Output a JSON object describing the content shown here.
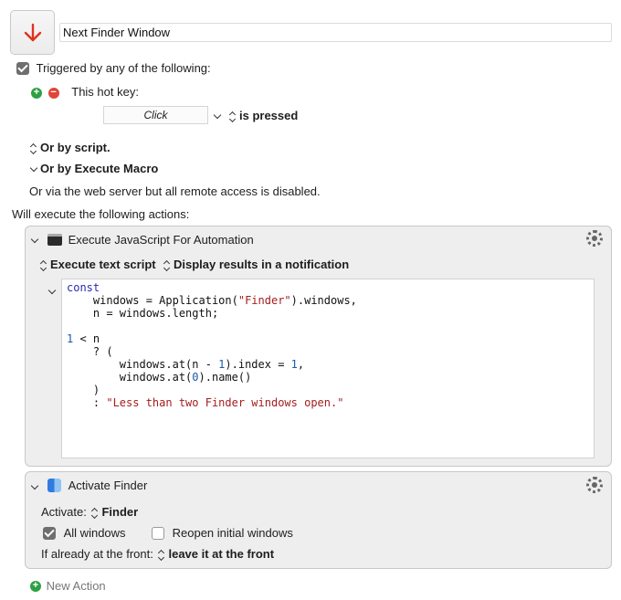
{
  "macro": {
    "name": "Next Finder Window"
  },
  "trigger": {
    "header": "Triggered by any of the following:",
    "hotkey_label": "This hot key:",
    "hotkey_value": "Click",
    "hotkey_state": "is pressed",
    "or_by_script": "Or by script.",
    "or_by_execute_macro": "Or by Execute Macro",
    "web_server_note": "Or via the web server but all remote access is disabled."
  },
  "actions_header": "Will execute the following actions:",
  "actions": {
    "js": {
      "title": "Execute JavaScript For Automation",
      "execute_mode": "Execute text script",
      "results_mode": "Display results in a notification",
      "code_lines": [
        "const",
        "    windows = Application(\"Finder\").windows,",
        "    n = windows.length;",
        "",
        "1 < n",
        "    ? (",
        "        windows.at(n - 1).index = 1,",
        "        windows.at(0).name()",
        "    )",
        "    : \"Less than two Finder windows open.\""
      ]
    },
    "finder": {
      "title": "Activate Finder",
      "activate_label": "Activate:",
      "activate_value": "Finder",
      "all_windows_label": "All windows",
      "all_windows_checked": true,
      "reopen_label": "Reopen initial windows",
      "reopen_checked": false,
      "front_label": "If already at the front:",
      "front_value": "leave it at the front"
    }
  },
  "new_action_label": "New Action",
  "colors": {
    "arrow": "#e0321e",
    "panel_bg": "#eeeeee",
    "add_green": "#2ea043",
    "remove_red": "#e0453a"
  },
  "icons": {
    "macro": "down-arrow-icon",
    "js_action": "terminal-icon",
    "finder_action": "finder-icon",
    "settings": "gear-icon"
  }
}
